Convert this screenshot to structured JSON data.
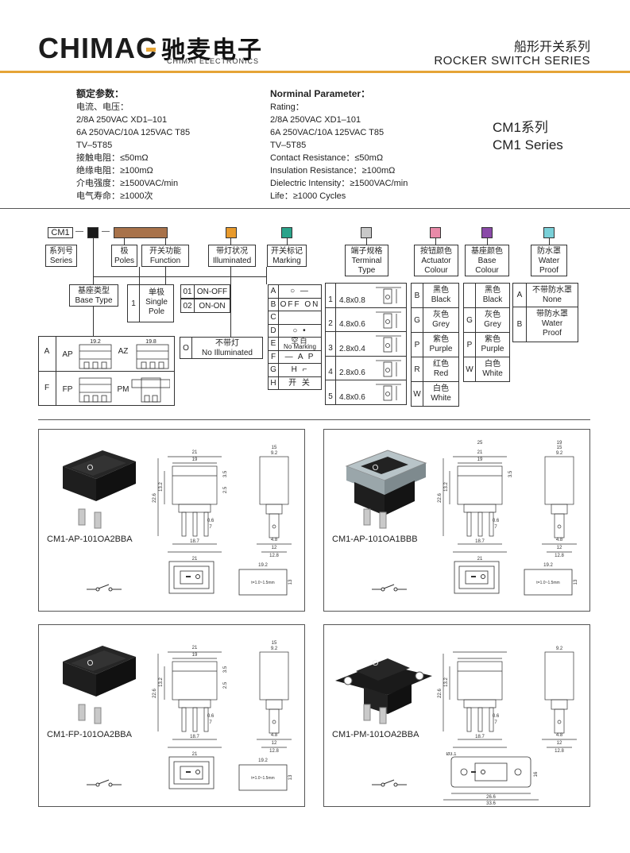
{
  "header": {
    "logo_text": "CHIMAC",
    "logo_cn": "驰麦电子",
    "logo_en": "CHIMAI ELECTRONICS",
    "series_cn": "船形开关系列",
    "series_en": "ROCKER SWITCH SERIES"
  },
  "params_cn": {
    "title": "额定参数：",
    "lines": [
      "电流、电压：",
      "2/8A 250VAC XD1–101",
      "6A 250VAC/10A 125VAC T85",
      "TV–5T85",
      "接触电阻：≤50mΩ",
      "绝缘电阻：≥100mΩ",
      "介电强度：≥1500VAC/min",
      "电气寿命：≥1000次"
    ]
  },
  "params_en": {
    "title": "Norminal Parameter：",
    "lines": [
      "Rating：",
      "2/8A 250VAC XD1–101",
      "6A 250VAC/10A 125VAC T85",
      "TV–5T85",
      "Contact Resistance：≤50mΩ",
      "Insulation Resistance：≥100mΩ",
      "Dielectric Intensity：≥1500VAC/min",
      "Life：≥1000 Cycles"
    ]
  },
  "series_name": {
    "cn": "CM1系列",
    "en": "CM1 Series"
  },
  "code": {
    "prefix": "CM1",
    "dash": "—",
    "colors": {
      "black": "#1a1a1a",
      "brown": "#a8724a",
      "orange": "#e89a2c",
      "teal": "#2aa38a",
      "grey": "#c8c8c8",
      "pink": "#e88aa8",
      "purple": "#8a4aa8",
      "cyan": "#7ad0d8"
    },
    "fields": {
      "series": [
        "系列号",
        "Series"
      ],
      "poles": [
        "极",
        "Poles"
      ],
      "function": [
        "开关功能",
        "Function"
      ],
      "illuminated": [
        "带灯状况",
        "Illuminated"
      ],
      "marking": [
        "开关标记",
        "Marking"
      ],
      "terminal": [
        "端子规格",
        "Terminal",
        "Type"
      ],
      "actuator": [
        "按钮颜色",
        "Actuator",
        "Colour"
      ],
      "base_colour": [
        "基座颜色",
        "Base",
        "Colour"
      ],
      "water": [
        "防水罩",
        "Water",
        "Proof"
      ],
      "base_type": [
        "基座类型",
        "Base Type"
      ]
    },
    "poles_row": {
      "code": "1",
      "cn": "单极",
      "en1": "Single",
      "en2": "Pole"
    },
    "function_rows": [
      {
        "code": "01",
        "label": "ON-OFF"
      },
      {
        "code": "02",
        "label": "ON-ON"
      }
    ],
    "illum_row": {
      "code": "O",
      "cn": "不带灯",
      "en": "No Illuminated"
    },
    "base_types": [
      {
        "code": "A",
        "name1": "AP",
        "name2": "AZ",
        "dim1": "19.2",
        "dim2": "19.8"
      },
      {
        "code": "F",
        "name1": "FP",
        "name2": "PM"
      }
    ],
    "marking_rows": [
      {
        "code": "A",
        "mark": "○  —"
      },
      {
        "code": "B",
        "mark": "OFF  ON"
      },
      {
        "code": "C",
        "mark": ""
      },
      {
        "code": "D",
        "mark": "○  •"
      },
      {
        "code": "E",
        "mark": "空白",
        "sub": "No Marking"
      },
      {
        "code": "F",
        "mark": "—  A  P"
      },
      {
        "code": "G",
        "mark": "H  ⌐"
      },
      {
        "code": "H",
        "mark": "开  关"
      }
    ],
    "terminal_rows": [
      {
        "code": "1",
        "spec": "4.8x0.8"
      },
      {
        "code": "2",
        "spec": "4.8x0.6"
      },
      {
        "code": "3",
        "spec": "2.8x0.4"
      },
      {
        "code": "4",
        "spec": "2.8x0.6"
      },
      {
        "code": "5",
        "spec": "4.8x0.6"
      }
    ],
    "actuator_rows": [
      {
        "code": "B",
        "cn": "黑色",
        "en": "Black"
      },
      {
        "code": "G",
        "cn": "灰色",
        "en": "Grey"
      },
      {
        "code": "P",
        "cn": "紫色",
        "en": "Purple"
      },
      {
        "code": "R",
        "cn": "红色",
        "en": "Red"
      },
      {
        "code": "W",
        "cn": "白色",
        "en": "White"
      }
    ],
    "base_rows": [
      {
        "code": "",
        "cn": "黑色",
        "en": "Black"
      },
      {
        "code": "G",
        "cn": "灰色",
        "en": "Grey"
      },
      {
        "code": "P",
        "cn": "紫色",
        "en": "Purple"
      },
      {
        "code": "W",
        "cn": "白色",
        "en": "White"
      }
    ],
    "water_rows": [
      {
        "code": "A",
        "cn": "不带防水罩",
        "en": "None"
      },
      {
        "code": "B",
        "cn": "带防水罩",
        "en1": "Water",
        "en2": "Proof"
      }
    ]
  },
  "panels": [
    {
      "model": "CM1-AP-101OA2BBA",
      "dims": {
        "top1": "21",
        "top2": "19",
        "side1": "15",
        "side2": "9.2",
        "h1": "22.6",
        "h2": "13.2",
        "h3": "3.5",
        "h4": "2.5",
        "p1": "0.6",
        "p2": "7",
        "b1": "18.7",
        "b2": "21",
        "s1": "4.8",
        "s2": "12",
        "s3": "12.8",
        "cut": "19.2",
        "t": "t=1.0~1.5mm",
        "ch": "13"
      }
    },
    {
      "model": "CM1-AP-101OA1BBB",
      "dims": {
        "top0": "25",
        "top1": "21",
        "top2": "19",
        "side0": "19",
        "side1": "15",
        "side2": "9.2",
        "h1": "22.6",
        "h2": "13.2",
        "h3": "3.5",
        "p1": "0.6",
        "p2": "7",
        "b1": "18.7",
        "b2": "21",
        "s1": "4.8",
        "s2": "12",
        "s3": "12.8",
        "cut": "19.2",
        "t": "t=1.0~1.5mm",
        "ch": "13"
      }
    },
    {
      "model": "CM1-FP-101OA2BBA",
      "dims": {
        "top1": "21",
        "top2": "19",
        "side1": "15",
        "side2": "9.2",
        "h1": "22.6",
        "h2": "13.2",
        "h3": "3.5",
        "h4": "2.5",
        "p1": "0.6",
        "p2": "7",
        "b1": "18.7",
        "b2": "21",
        "s1": "4.8",
        "s2": "12",
        "s3": "12.8",
        "cut": "19.2",
        "t": "t=1.0~1.5mm",
        "ch": "13"
      }
    },
    {
      "model": "CM1-PM-101OA2BBA",
      "dims": {
        "side2": "9.2",
        "h1": "22.6",
        "h2": "13.2",
        "p1": "0.6",
        "p2": "7",
        "b1": "18.7",
        "s1": "4.8",
        "s2": "12",
        "s3": "12.8",
        "hole": "Ø3.1",
        "w1": "26.6",
        "w2": "33.6",
        "ch": "16"
      }
    }
  ]
}
